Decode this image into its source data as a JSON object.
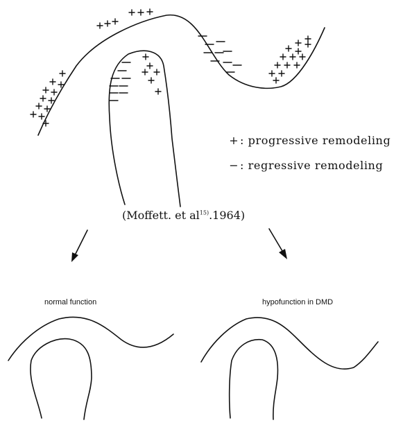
{
  "legend": {
    "items": [
      {
        "symbol": "+",
        "label": ": progressive remodeling"
      },
      {
        "symbol": "−",
        "label": ": regressive remodeling"
      }
    ]
  },
  "citation": {
    "prefix": "(Moffett. et al",
    "superscript": "15)",
    "suffix": ".1964)"
  },
  "captions": {
    "normal": "normal function",
    "hypo": "hypofunction in DMD"
  }
}
